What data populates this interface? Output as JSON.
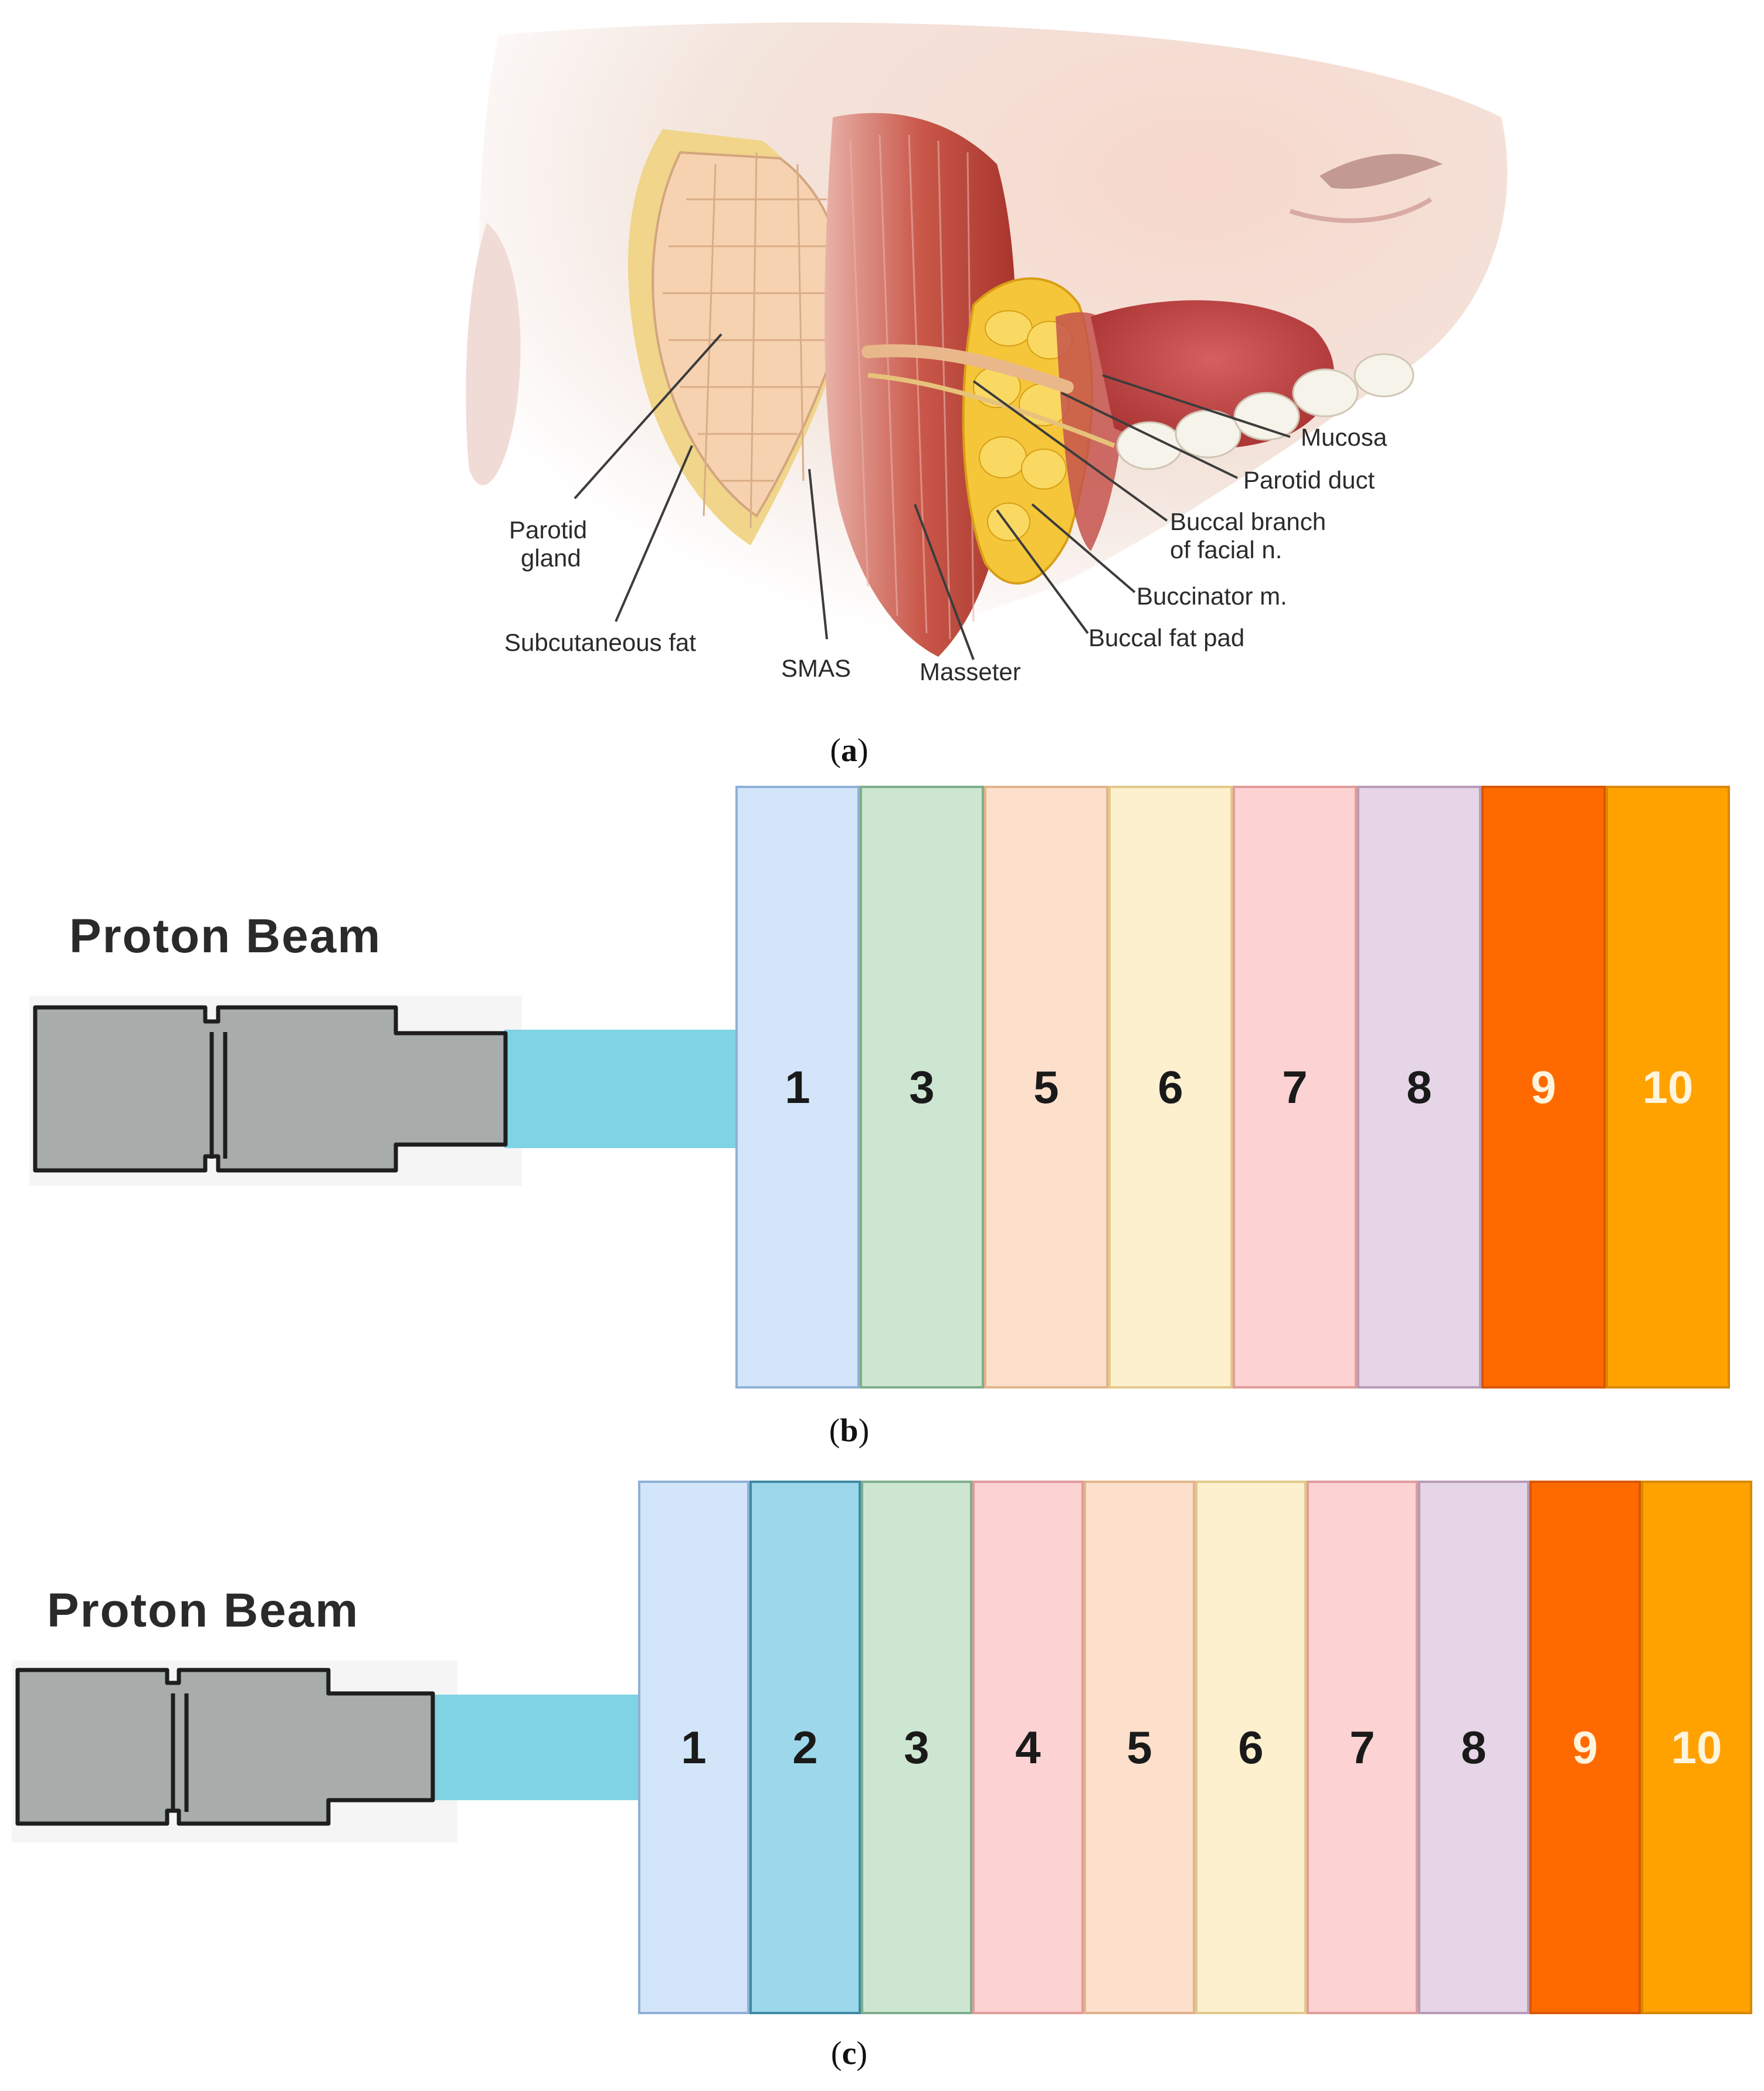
{
  "panel_a": {
    "caption": "a",
    "labels": {
      "mucosa": "Mucosa",
      "parotid_duct": "Parotid duct",
      "buccal_branch": [
        "Buccal branch",
        "of facial n."
      ],
      "buccinator": "Buccinator m.",
      "buccal_fat_pad": "Buccal fat pad",
      "masseter": "Masseter",
      "smas": "SMAS",
      "subcutaneous_fat": "Subcutaneous fat",
      "parotid_gland": [
        "Parotid",
        "gland"
      ]
    }
  },
  "panel_b": {
    "caption": "b",
    "title": "Proton Beam",
    "layers": [
      {
        "label": "1",
        "color": "#d3e5f8",
        "border": "#8fb0d6"
      },
      {
        "label": "3",
        "color": "#cde6d2",
        "border": "#7fae8a"
      },
      {
        "label": "5",
        "color": "#fde0cc",
        "border": "#e2b48c"
      },
      {
        "label": "6",
        "color": "#fdf0cf",
        "border": "#e2c98a"
      },
      {
        "label": "7",
        "color": "#fcd2d2",
        "border": "#e19b9b"
      },
      {
        "label": "8",
        "color": "#e6d5e6",
        "border": "#b79bb7"
      },
      {
        "label": "9",
        "color": "#ff6a00",
        "border": "#d95700"
      },
      {
        "label": "10",
        "color": "#ffa200",
        "border": "#d98900"
      }
    ]
  },
  "panel_c": {
    "caption": "c",
    "title": "Proton Beam",
    "layers": [
      {
        "label": "1",
        "color": "#d3e5f8",
        "border": "#8fb0d6"
      },
      {
        "label": "2",
        "color": "#9cd8ea",
        "border": "#3f8aa3"
      },
      {
        "label": "3",
        "color": "#cde6d2",
        "border": "#7fae8a"
      },
      {
        "label": "4",
        "color": "#fcd2d2",
        "border": "#e19b9b"
      },
      {
        "label": "5",
        "color": "#fde0cc",
        "border": "#e2b48c"
      },
      {
        "label": "6",
        "color": "#fdf0cf",
        "border": "#e2c98a"
      },
      {
        "label": "7",
        "color": "#fcd2d2",
        "border": "#e19b9b"
      },
      {
        "label": "8",
        "color": "#e6d5e6",
        "border": "#b79bb7"
      },
      {
        "label": "9",
        "color": "#ff6a00",
        "border": "#d95700"
      },
      {
        "label": "10",
        "color": "#ffa200",
        "border": "#d98900"
      }
    ]
  },
  "colors": {
    "beam": "#7fd3e3",
    "nozzle_fill": "#a8acab",
    "nozzle_stroke": "#1e1e1e",
    "light_label": "#fff4dc"
  }
}
